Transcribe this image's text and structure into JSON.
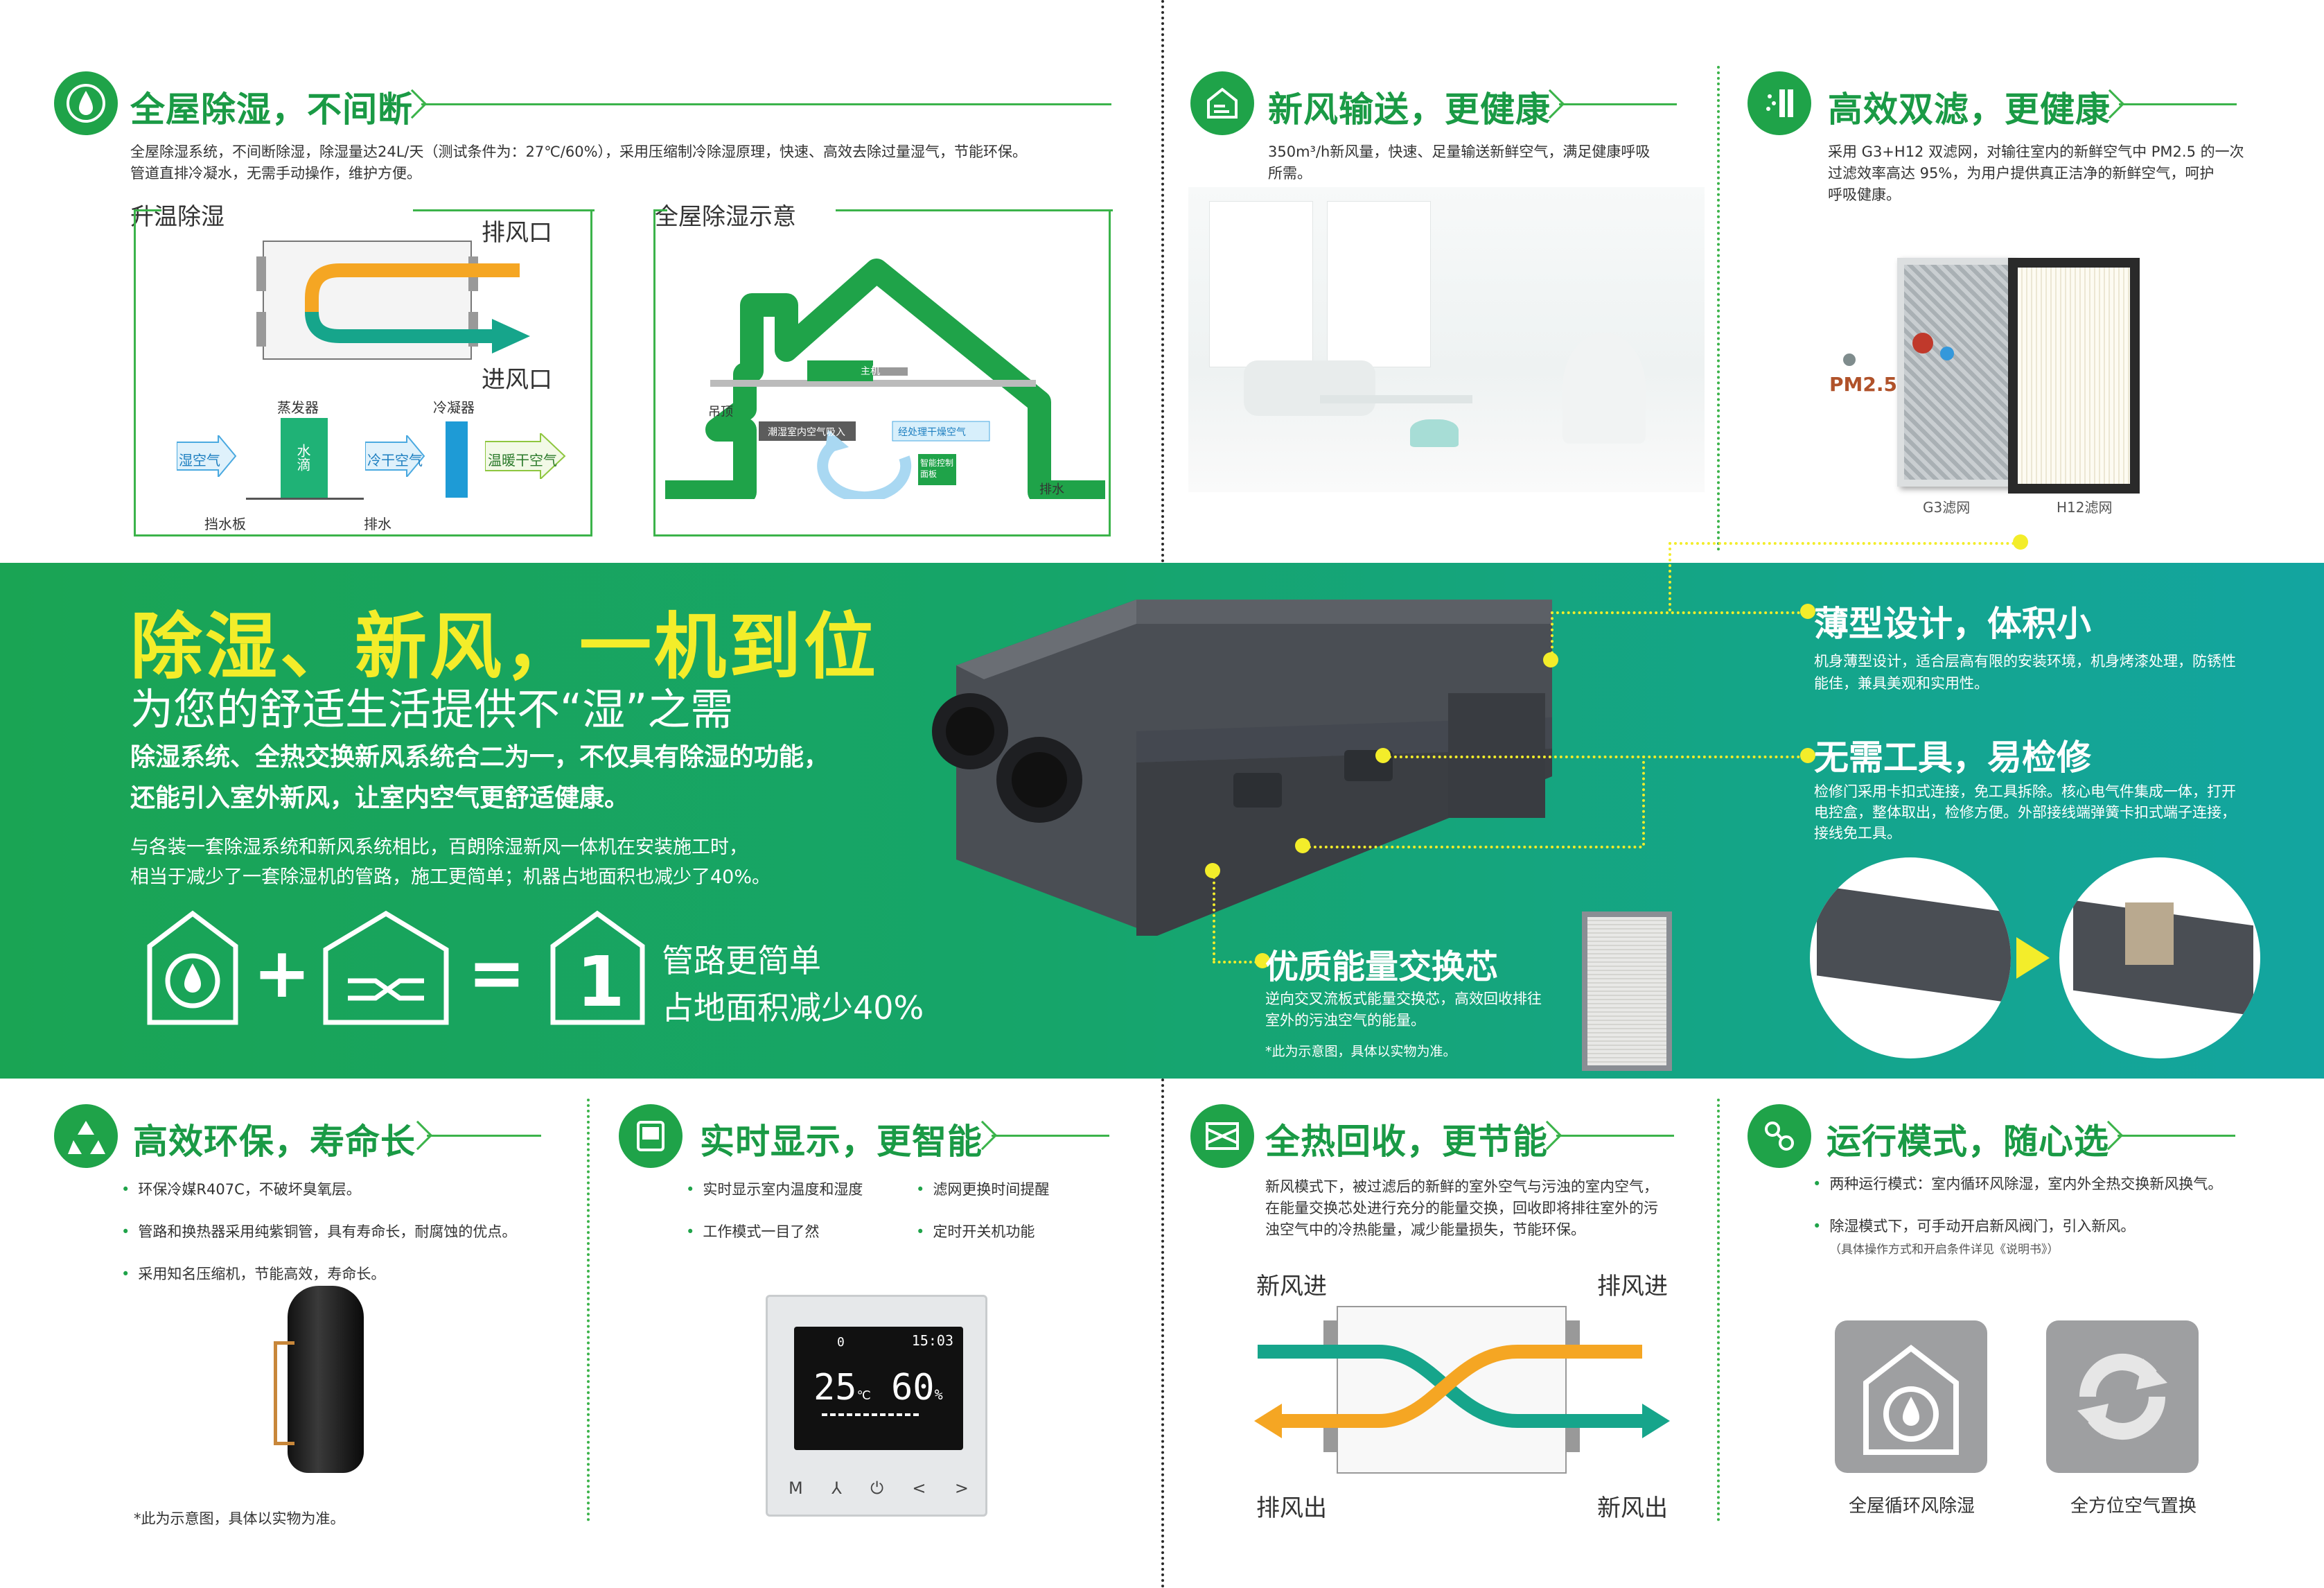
{
  "colors": {
    "brand_green": "#1fa349",
    "yellow": "#f3ed2a",
    "teal": "#13a5a0",
    "orange": "#f5a623"
  },
  "sections": {
    "s1": {
      "icon": "water-drop-icon",
      "title": "全屋除湿，不间断",
      "desc": [
        "全屋除湿系统，不间断除湿，除湿量达24L/天（测试条件为：27℃/60%），采用压缩制冷除湿原理，快速、高效去除过量湿气，节能环保。",
        "管道直排冷凝水，无需手动操作，维护方便。"
      ]
    },
    "s2": {
      "icon": "fresh-air-house-icon",
      "title": "新风输送，更健康",
      "desc": [
        "350m³/h新风量，快速、足量输送新鲜空气，满足健康呼吸",
        "所需。"
      ]
    },
    "s3": {
      "icon": "filter-icon",
      "title": "高效双滤，更健康",
      "desc": [
        "采用 G3+H12 双滤网，对输往室内的新鲜空气中 PM2.5 的一次",
        "过滤效率高达 95%，为用户提供真正洁净的新鲜空气，呵护",
        "呼吸健康。"
      ]
    },
    "s4": {
      "icon": "recycle-icon",
      "title": "高效环保，寿命长",
      "bullets": [
        "环保冷媒R407C，不破坏臭氧层。",
        "管路和换热器采用纯紫铜管，具有寿命长，耐腐蚀的优点。",
        "采用知名压缩机，节能高效，寿命长。"
      ],
      "note": "*此为示意图，具体以实物为准。"
    },
    "s5": {
      "icon": "display-icon",
      "title": "实时显示，更智能",
      "bullets": [
        "实时显示室内温度和湿度",
        "滤网更换时间提醒",
        "工作模式一目了然",
        "定时开关机功能"
      ]
    },
    "s6": {
      "icon": "heat-exchange-icon",
      "title": "全热回收，更节能",
      "desc": [
        "新风模式下，被过滤后的新鲜的室外空气与污浊的室内空气，",
        "在能量交换芯处进行充分的能量交换，回收即将排往室外的污",
        "浊空气中的冷热能量，减少能量损失，节能环保。"
      ]
    },
    "s7": {
      "icon": "mode-switch-icon",
      "title": "运行模式，随心选",
      "bullets": [
        "两种运行模式：室内循环风除湿，室内外全热交换新风换气。",
        "除湿模式下，可手动开启新风阀门，引入新风。"
      ],
      "subnote": "（具体操作方式和开启条件详见《说明书》）"
    }
  },
  "diagram1": {
    "title": "升温除湿",
    "exhaust": "排风口",
    "intake": "进风口",
    "evaporator": "蒸发器",
    "condenser": "冷凝器",
    "wet_air": "湿空气",
    "cold_dry_air": "冷干空气",
    "warm_dry_air": "温暖干空气",
    "water": "水滴",
    "baffle": "挡水板",
    "drain": "排水"
  },
  "diagram2": {
    "title": "全屋除湿示意",
    "host": "主机",
    "ceiling": "吊顶",
    "intake_wet": "潮湿室内空气吸入",
    "out_dry": "经处理干燥空气",
    "control": "智能控制面板",
    "drain": "排水"
  },
  "filters": {
    "pm": "PM2.5",
    "g3": "G3滤网",
    "h12": "H12滤网"
  },
  "band": {
    "headline": "除湿、新风，一机到位",
    "subheadline": "为您的舒适生活提供不“湿”之需",
    "bold1": "除湿系统、全热交换新风系统合二为一，不仅具有除湿的功能，",
    "bold2": "还能引入室外新风，让室内空气更舒适健康。",
    "para1": "与各装一套除湿系统和新风系统相比，百朗除湿新风一体机在安装施工时，",
    "para2": "相当于减少了一套除湿机的管路，施工更简单；机器占地面积也减少了40%。",
    "plus": "+",
    "equals": "=",
    "one": "1",
    "benefit1": "管路更简单",
    "benefit2": "占地面积减少40%",
    "f1_title": "薄型设计，体积小",
    "f1_desc": [
      "机身薄型设计，适合层高有限的安装环境，机身烤漆处理，防锈性",
      "能佳，兼具美观和实用性。"
    ],
    "f2_title": "无需工具，易检修",
    "f2_desc": [
      "检修门采用卡扣式连接，免工具拆除。核心电气件集成一体，打开",
      "电控盒，整体取出，检修方便。外部接线端弹簧卡扣式端子连接，",
      "接线免工具。"
    ],
    "f3_title": "优质能量交换芯",
    "f3_desc": [
      "逆向交叉流板式能量交换芯，高效回收排往",
      "室外的污浊空气的能量。"
    ],
    "f3_note": "*此为示意图，具体以实物为准。"
  },
  "panel": {
    "time": "15:03",
    "zero": "0",
    "temp": "25",
    "temp_unit": "℃",
    "humidity": "60",
    "hum_unit": "%",
    "buttons": [
      "M",
      "⅄",
      "⏻",
      "<",
      ">"
    ]
  },
  "exchange": {
    "in_fresh": "新风进",
    "in_exhaust": "排风进",
    "out_exhaust": "排风出",
    "out_fresh": "新风出"
  },
  "modes": {
    "m1": "全屋循环风除湿",
    "m2": "全方位空气置换"
  }
}
